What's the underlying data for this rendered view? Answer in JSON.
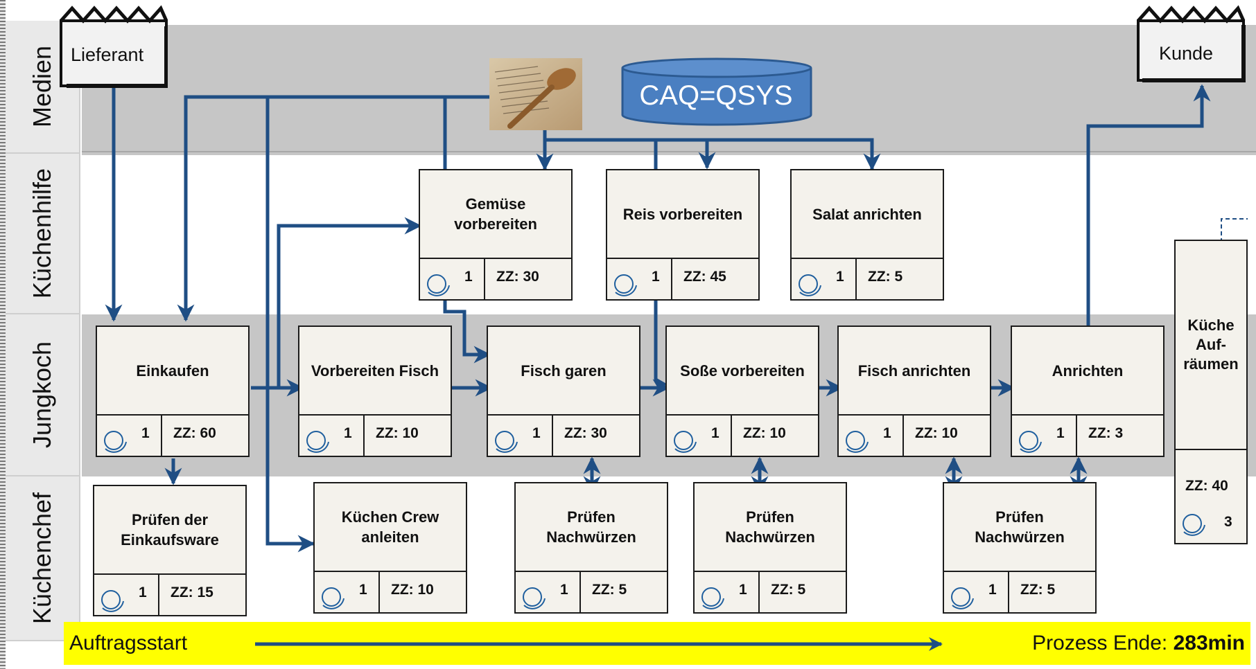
{
  "lanes": [
    {
      "id": "medien",
      "label": "Medien"
    },
    {
      "id": "kuechenhilfe",
      "label": "Küchenhilfe"
    },
    {
      "id": "jungkoch",
      "label": "Jungkoch"
    },
    {
      "id": "kuechenchef",
      "label": "Küchenchef"
    }
  ],
  "externals": {
    "supplier": "Lieferant",
    "customer": "Kunde"
  },
  "database": {
    "label": "CAQ=QSYS"
  },
  "media_image": {
    "icon": "recipe-book-and-spoon"
  },
  "process_boxes": [
    {
      "id": "gemuese",
      "title": "Gemüse vorbereiten",
      "count": "1",
      "zz": "ZZ: 30",
      "lane": "kuechenhilfe"
    },
    {
      "id": "reis",
      "title": "Reis vorbereiten",
      "count": "1",
      "zz": "ZZ: 45",
      "lane": "kuechenhilfe"
    },
    {
      "id": "salat",
      "title": "Salat anrichten",
      "count": "1",
      "zz": "ZZ: 5",
      "lane": "kuechenhilfe"
    },
    {
      "id": "einkaufen",
      "title": "Einkaufen",
      "count": "1",
      "zz": "ZZ: 60",
      "lane": "jungkoch"
    },
    {
      "id": "vorbereiten-fisch",
      "title": "Vorbereiten Fisch",
      "count": "1",
      "zz": "ZZ: 10",
      "lane": "jungkoch"
    },
    {
      "id": "fisch-garen",
      "title": "Fisch garen",
      "count": "1",
      "zz": "ZZ: 30",
      "lane": "jungkoch"
    },
    {
      "id": "sosse",
      "title": "Soße vorbereiten",
      "count": "1",
      "zz": "ZZ: 10",
      "lane": "jungkoch"
    },
    {
      "id": "fisch-anrichten",
      "title": "Fisch anrichten",
      "count": "1",
      "zz": "ZZ: 10",
      "lane": "jungkoch"
    },
    {
      "id": "anrichten",
      "title": "Anrichten",
      "count": "1",
      "zz": "ZZ: 3",
      "lane": "jungkoch"
    },
    {
      "id": "pruefen-einkauf",
      "title": "Prüfen der Einkaufsware",
      "count": "1",
      "zz": "ZZ: 15",
      "lane": "kuechenchef"
    },
    {
      "id": "crew",
      "title": "Küchen Crew anleiten",
      "count": "1",
      "zz": "ZZ: 10",
      "lane": "kuechenchef"
    },
    {
      "id": "pruefen-1",
      "title": "Prüfen Nachwürzen",
      "count": "1",
      "zz": "ZZ: 5",
      "lane": "kuechenchef"
    },
    {
      "id": "pruefen-2",
      "title": "Prüfen Nachwürzen",
      "count": "1",
      "zz": "ZZ: 5",
      "lane": "kuechenchef"
    },
    {
      "id": "pruefen-3",
      "title": "Prüfen Nachwürzen",
      "count": "1",
      "zz": "ZZ: 5",
      "lane": "kuechenchef"
    }
  ],
  "tall_box": {
    "title_lines": [
      "Küche",
      "Auf-",
      "räumen"
    ],
    "zz": "ZZ: 40",
    "count": "3"
  },
  "timeline": {
    "start": "Auftragsstart",
    "end_label": "Prozess Ende:",
    "end_value": "283min"
  },
  "colors": {
    "arrow": "#1f4e84",
    "database": "#4a7fc1",
    "lane_gray": "#c6c6c6",
    "box_fill": "#f4f2ec",
    "timeline_bar": "#ffff00",
    "resource_icon": "#1f5f9e"
  }
}
